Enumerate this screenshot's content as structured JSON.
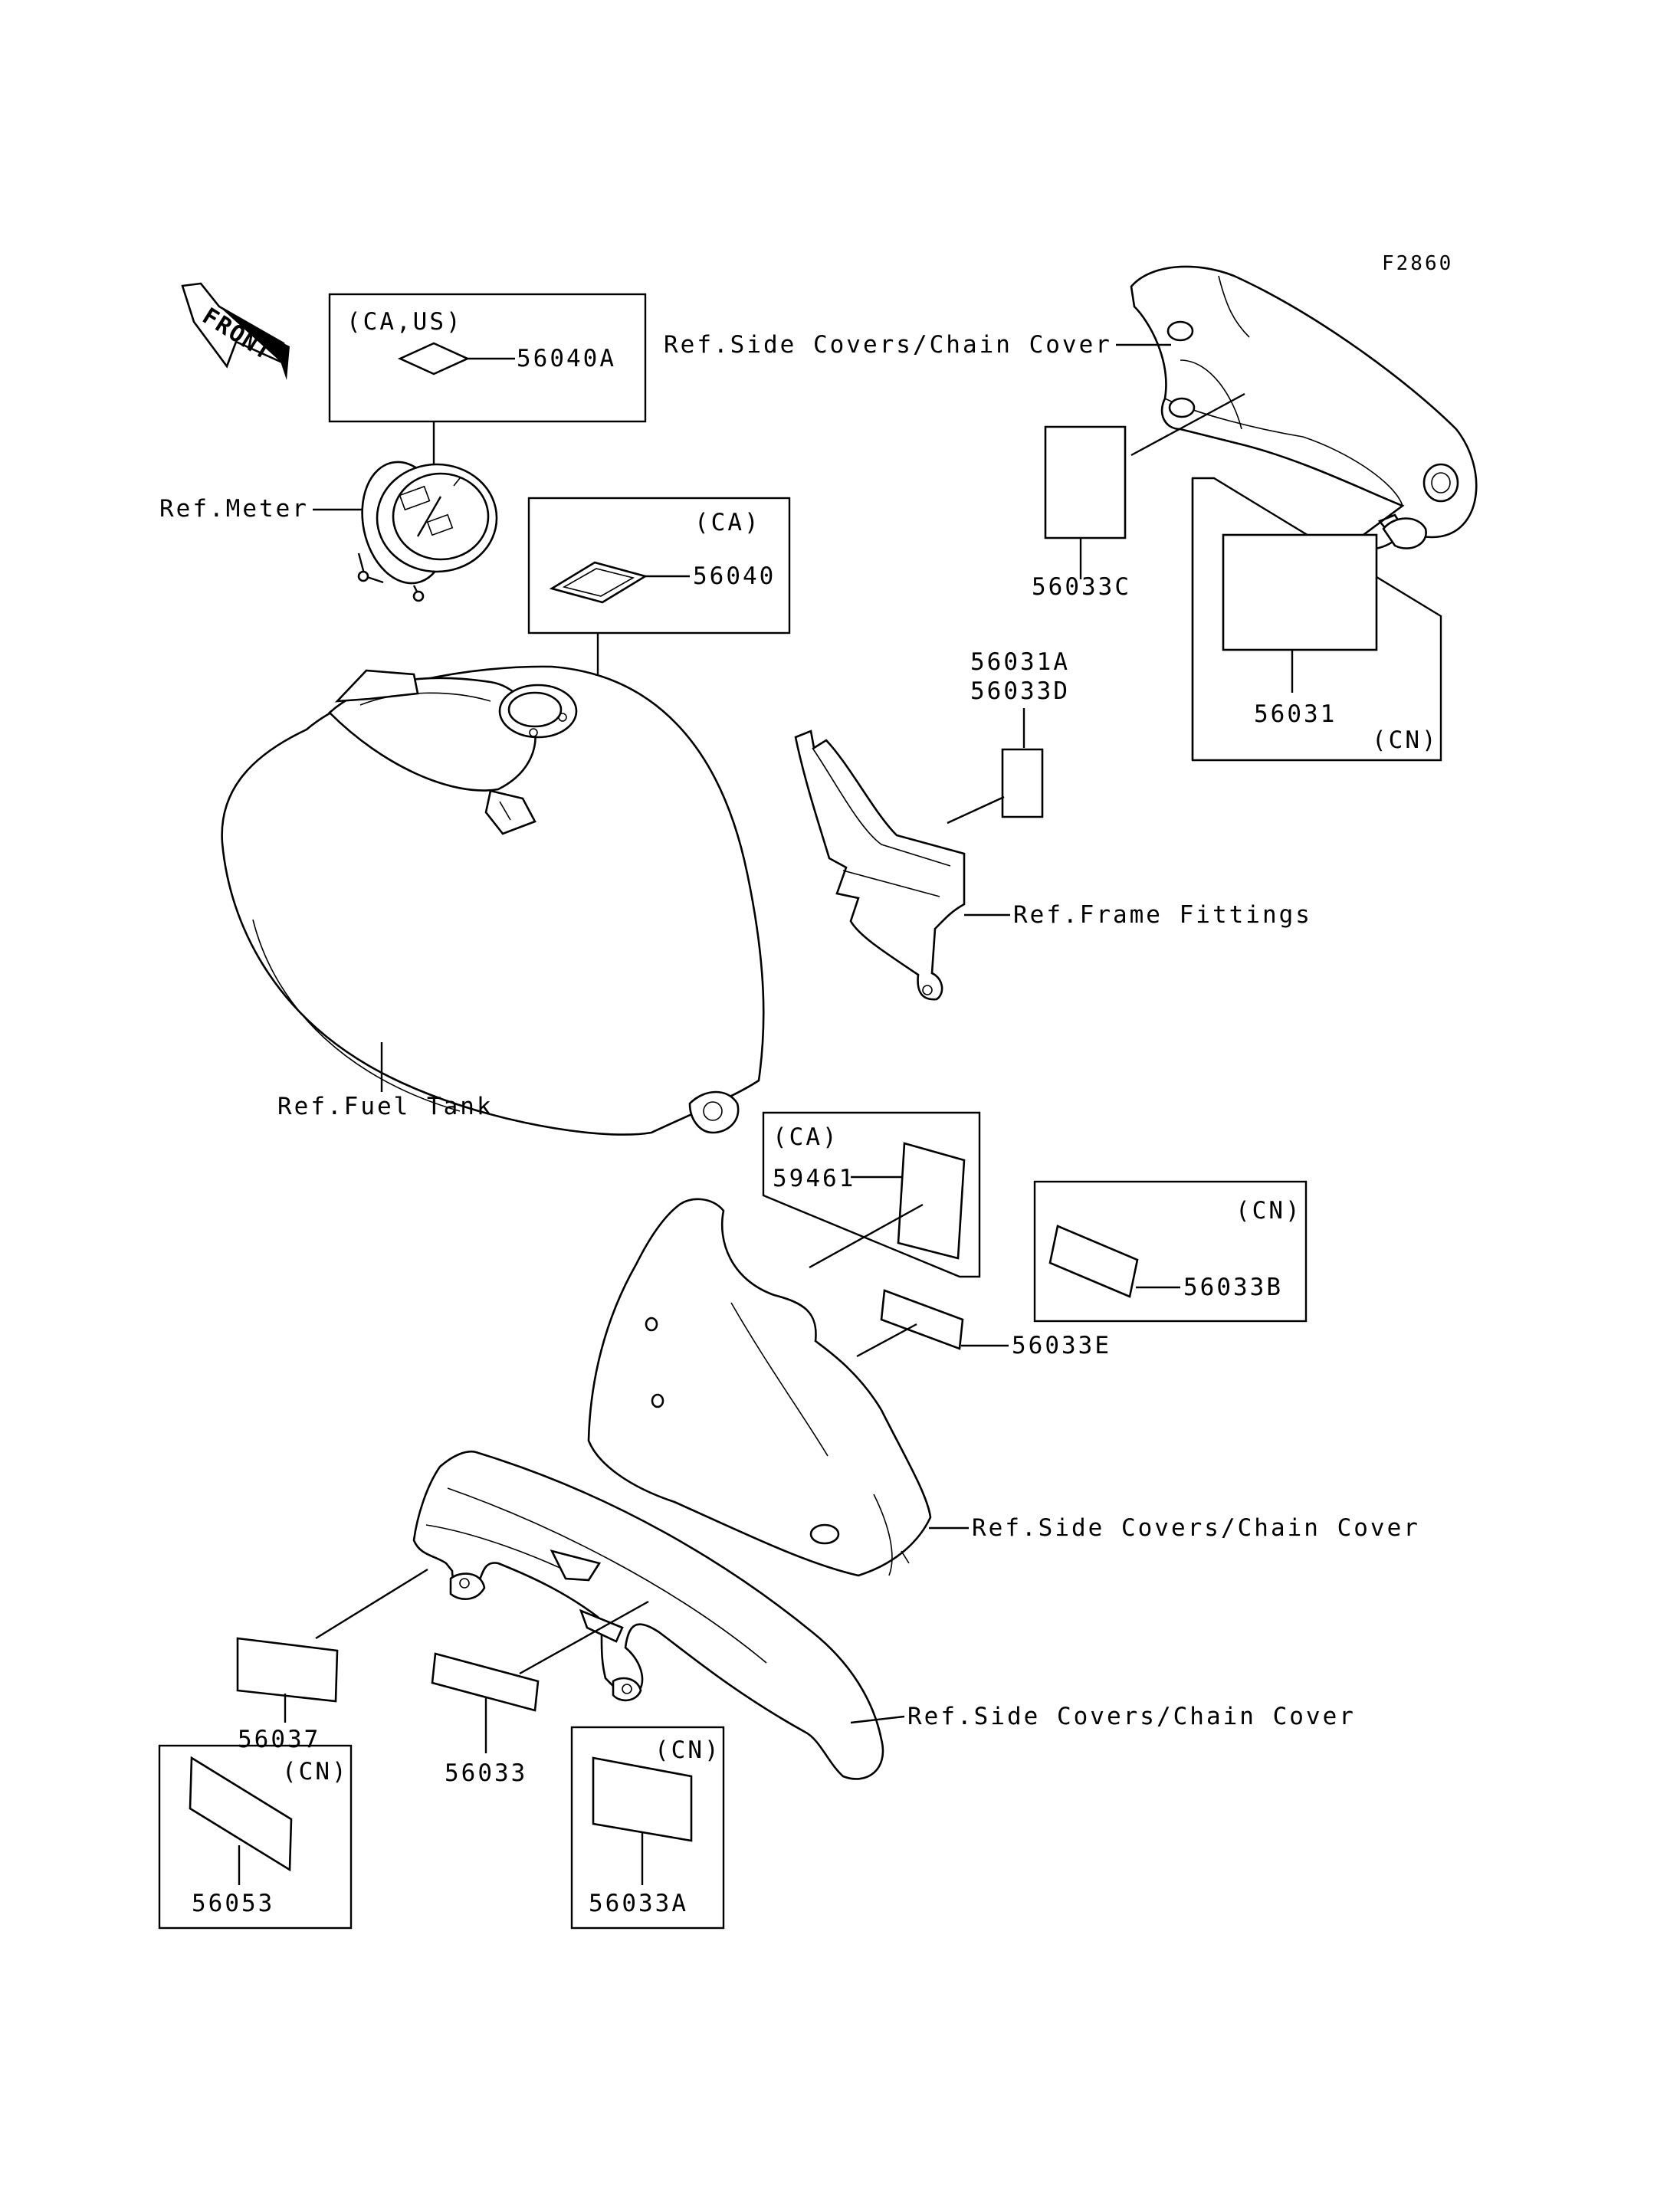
{
  "figure_code": "F2860",
  "front_arrow": "FRONT",
  "boxes": {
    "ca_us": "(CA,US)",
    "ca_56040": "(CA)",
    "ca_59461": "(CA)",
    "cn_56033b": "(CN)",
    "cn_56031": "(CN)",
    "cn_56053": "(CN)",
    "cn_56033a": "(CN)"
  },
  "part_numbers": {
    "p56040A": "56040A",
    "p56040": "56040",
    "p56033C": "56033C",
    "p56031": "56031",
    "p56031A": "56031A",
    "p56033D": "56033D",
    "p59461": "59461",
    "p56033B": "56033B",
    "p56033E": "56033E",
    "p56037": "56037",
    "p56033": "56033",
    "p56053": "56053",
    "p56033A": "56033A"
  },
  "references": {
    "meter": "Ref.Meter",
    "fuel_tank": "Ref.Fuel Tank",
    "side_covers_top": "Ref.Side Covers/Chain Cover",
    "frame_fittings": "Ref.Frame Fittings",
    "side_covers_mid": "Ref.Side Covers/Chain Cover",
    "side_covers_bottom": "Ref.Side Covers/Chain Cover"
  }
}
